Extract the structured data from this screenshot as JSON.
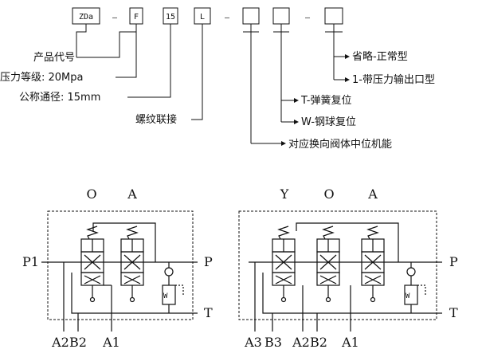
{
  "model_code": {
    "boxes": [
      "ZDa",
      "F",
      "15",
      "L",
      "",
      "",
      ""
    ],
    "separator": "—"
  },
  "annotations": {
    "product_code": "产品代号",
    "pressure_class": "压力等级: 20Mpa",
    "nominal_diameter": "公称通径: 15mm",
    "thread_connection": "螺纹联接",
    "spring_return": "T-弹簧复位",
    "ball_detent": "W-钢球复位",
    "center_function": "对应换向阀体中位机能",
    "omit_normal": "省略-正常型",
    "pressure_outlet": "1-带压力输出口型"
  },
  "diagram_left": {
    "spool_labels": [
      "O",
      "A"
    ],
    "port_in": "P1",
    "port_out": "P",
    "port_tank": "T",
    "bottom_labels": [
      "A2",
      "B2",
      "A1"
    ],
    "relief_symbol": "W"
  },
  "diagram_right": {
    "spool_labels": [
      "Y",
      "O",
      "A"
    ],
    "port_out": "P",
    "port_tank": "T",
    "bottom_labels": [
      "A3",
      "B3",
      "A2",
      "B2",
      "A1"
    ],
    "relief_symbol": "W"
  },
  "colors": {
    "line": "#111111",
    "background": "#ffffff"
  }
}
